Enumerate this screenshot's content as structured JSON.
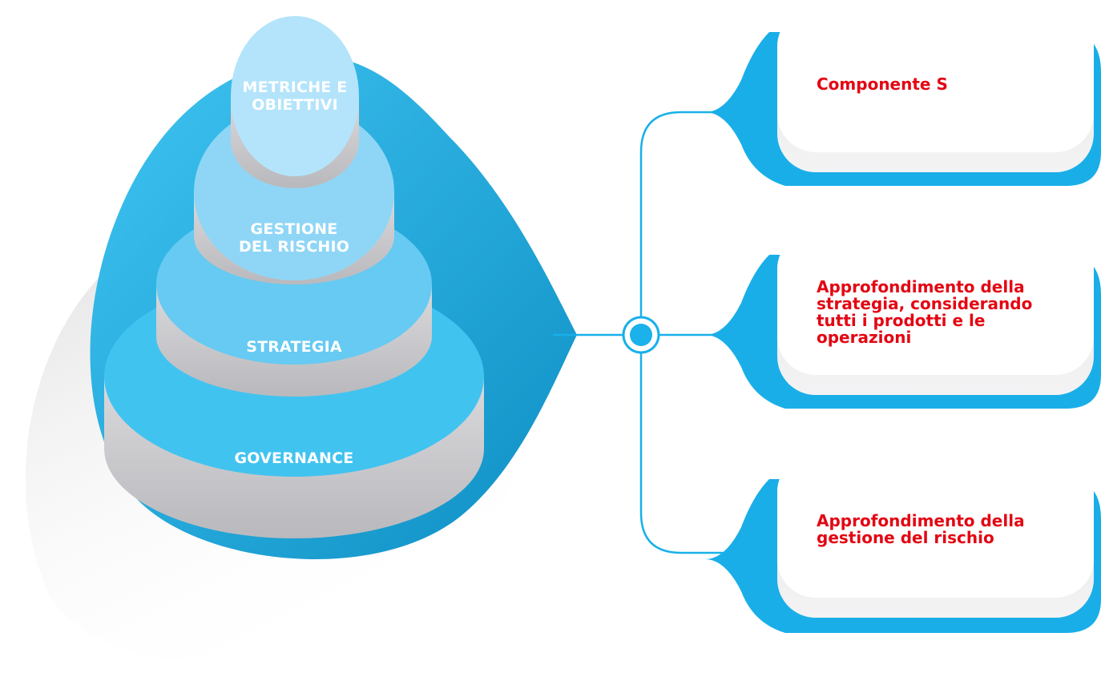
{
  "layers": [
    {
      "label": "METRICHE E OBIETTIVI"
    },
    {
      "label": "GESTIONE DEL RISCHIO"
    },
    {
      "label": "STRATEGIA"
    },
    {
      "label": "GOVERNANCE"
    }
  ],
  "cards": [
    {
      "text": "Componente S"
    },
    {
      "text": "Approfondimento della strategia, considerando tutti i prodotti e le operazioni"
    },
    {
      "text": "Approfondimento della gestione del rischio"
    }
  ],
  "colors": {
    "text_accent": "#e30613",
    "line_blue": "#18b0ea",
    "layer_top": [
      "#b2e3fb",
      "#8ed6f6",
      "#64c9f2",
      "#3ec2f0"
    ],
    "layer_side": "#c9c9cc",
    "outer_blue": "#12a3d9"
  },
  "icons": {
    "connector": "hub-node-icon"
  }
}
